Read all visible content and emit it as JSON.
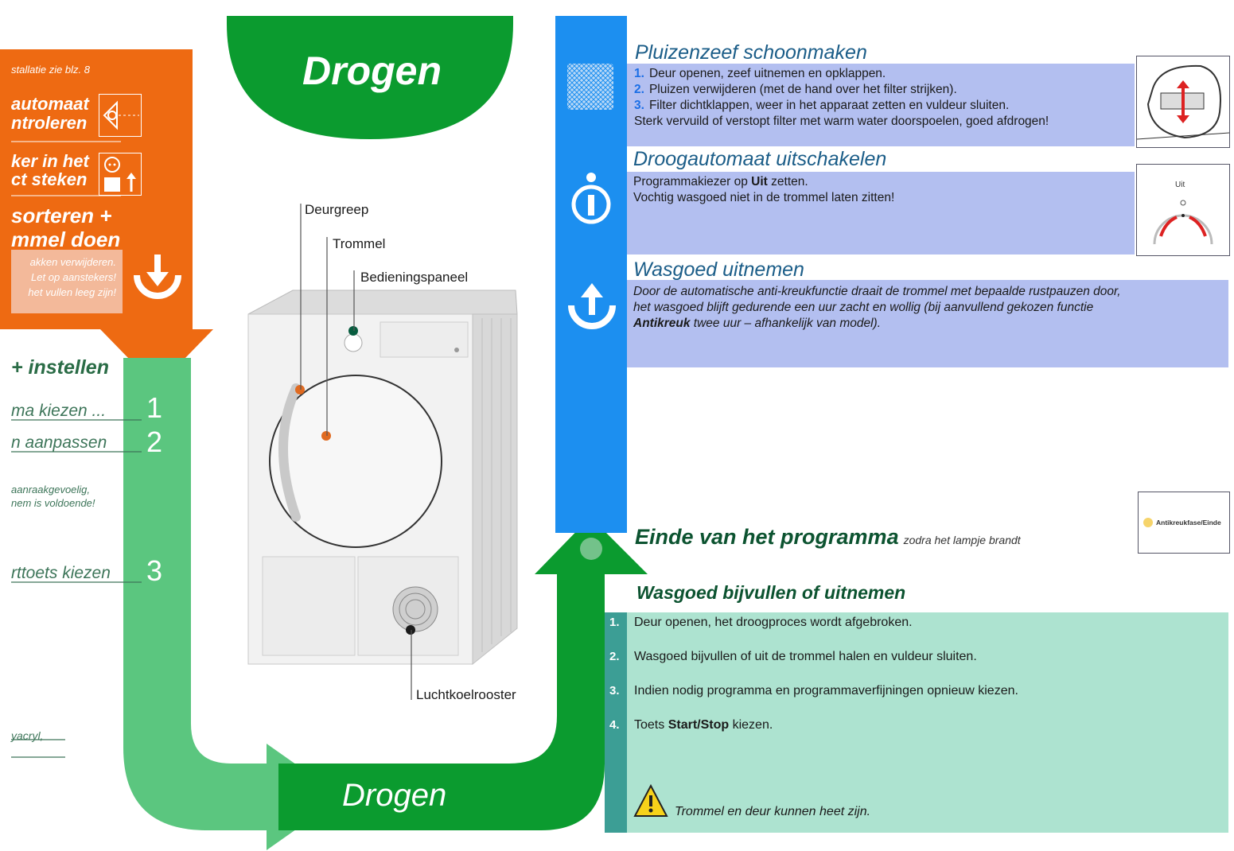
{
  "left_column": {
    "install_ref": "stallatie zie blz. 8",
    "step_a_line1": "automaat",
    "step_a_line2": "ntroleren",
    "step_b_line1": "ker in het",
    "step_b_line2": "ct steken",
    "step_c_line1": "sorteren +",
    "step_c_line2": "mmel doen",
    "note_line1": "akken verwijderen.",
    "note_line2": "Let op aanstekers!",
    "note_line3": "het vullen leeg zijn!",
    "settings_heading": "+ instellen",
    "steps": [
      {
        "text": "ma kiezen ...",
        "num": "1"
      },
      {
        "text": "n aanpassen",
        "num": "2"
      },
      {
        "text": "rttoets kiezen",
        "num": "3"
      }
    ],
    "touch_note_line1": "aanraakgevoelig,",
    "touch_note_line2": "nem is voldoende!",
    "acryl_note": "yacryl,"
  },
  "center": {
    "title": "Drogen",
    "bottom_title": "Drogen",
    "labels": {
      "door_handle": "Deurgreep",
      "drum": "Trommel",
      "control_panel": "Bedieningspaneel",
      "air_grille": "Luchtkoelrooster"
    }
  },
  "sections": {
    "lint": {
      "title": "Pluizenzeef schoonmaken",
      "lines": [
        {
          "num": "1.",
          "text": "Deur openen, zeef uitnemen en opklappen."
        },
        {
          "num": "2.",
          "text": "Pluizen verwijderen (met de hand over het filter strijken)."
        },
        {
          "num": "3.",
          "text": "Filter dichtklappen, weer in het apparaat zetten en vuldeur sluiten."
        }
      ],
      "extra": "Sterk vervuild of verstopt filter met warm water doorspoelen, goed afdrogen!"
    },
    "off": {
      "title": "Droogautomaat uitschakelen",
      "line1_prefix": "Programmakiezer op ",
      "line1_bold": "Uit",
      "line1_suffix": " zetten.",
      "line2": "Vochtig wasgoed niet in de trommel laten zitten!",
      "dial_label": "Uit"
    },
    "unload": {
      "title": "Wasgoed uitnemen",
      "line1": "Door de automatische anti-kreukfunctie draait de trommel met bepaalde rustpauzen door,",
      "line2": "het wasgoed blijft gedurende een uur zacht en wollig (bij aanvullend gekozen functie",
      "line3_bold": "Antikreuk",
      "line3_rest": " twee uur – afhankelijk van model)."
    },
    "end": {
      "title": "Einde van het programma",
      "subtitle": "zodra het lampje brandt",
      "indicator_label": "Antikreukfase/Einde"
    },
    "refill": {
      "title": "Wasgoed bijvullen of uitnemen",
      "steps": [
        {
          "num": "1.",
          "text": "Deur openen, het droogproces wordt afgebroken."
        },
        {
          "num": "2.",
          "text": "Wasgoed bijvullen of uit de trommel halen en vuldeur sluiten."
        },
        {
          "num": "3.",
          "text": "Indien nodig programma en programmaverfijningen opnieuw kiezen."
        },
        {
          "num": "4.",
          "prefix": "Toets ",
          "bold": "Start/Stop",
          "suffix": " kiezen."
        }
      ],
      "warning": "Trommel en deur kunnen heet zijn."
    }
  },
  "colors": {
    "orange": "#ee6a12",
    "light_green": "#5bc67f",
    "dark_green": "#0b9b2f",
    "blue": "#1c8ff0",
    "lavender": "#b3bff0",
    "mint": "#ade3d0",
    "teal": "#3c9e95"
  }
}
